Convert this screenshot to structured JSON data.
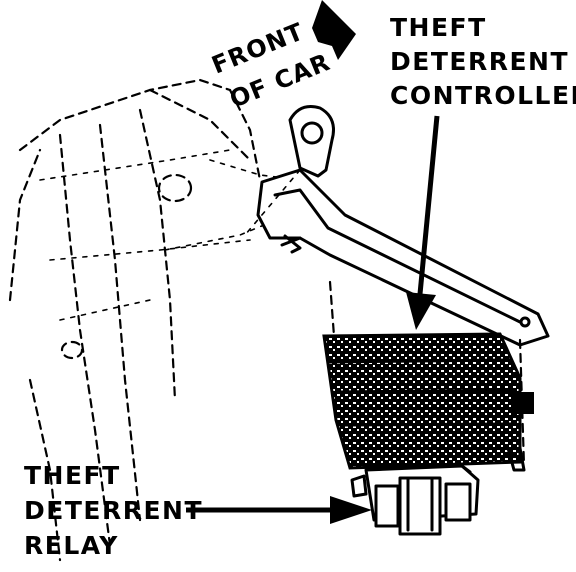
{
  "figure": {
    "front_of_car": {
      "line1": "FRONT",
      "line2": "OF CAR"
    },
    "controller_label": {
      "line1": "THEFT",
      "line2": "DETERRENT",
      "line3": "CONTROLLER"
    },
    "relay_label": {
      "line1": "THEFT",
      "line2": "DETERRENT",
      "line3": "RELAY"
    }
  }
}
